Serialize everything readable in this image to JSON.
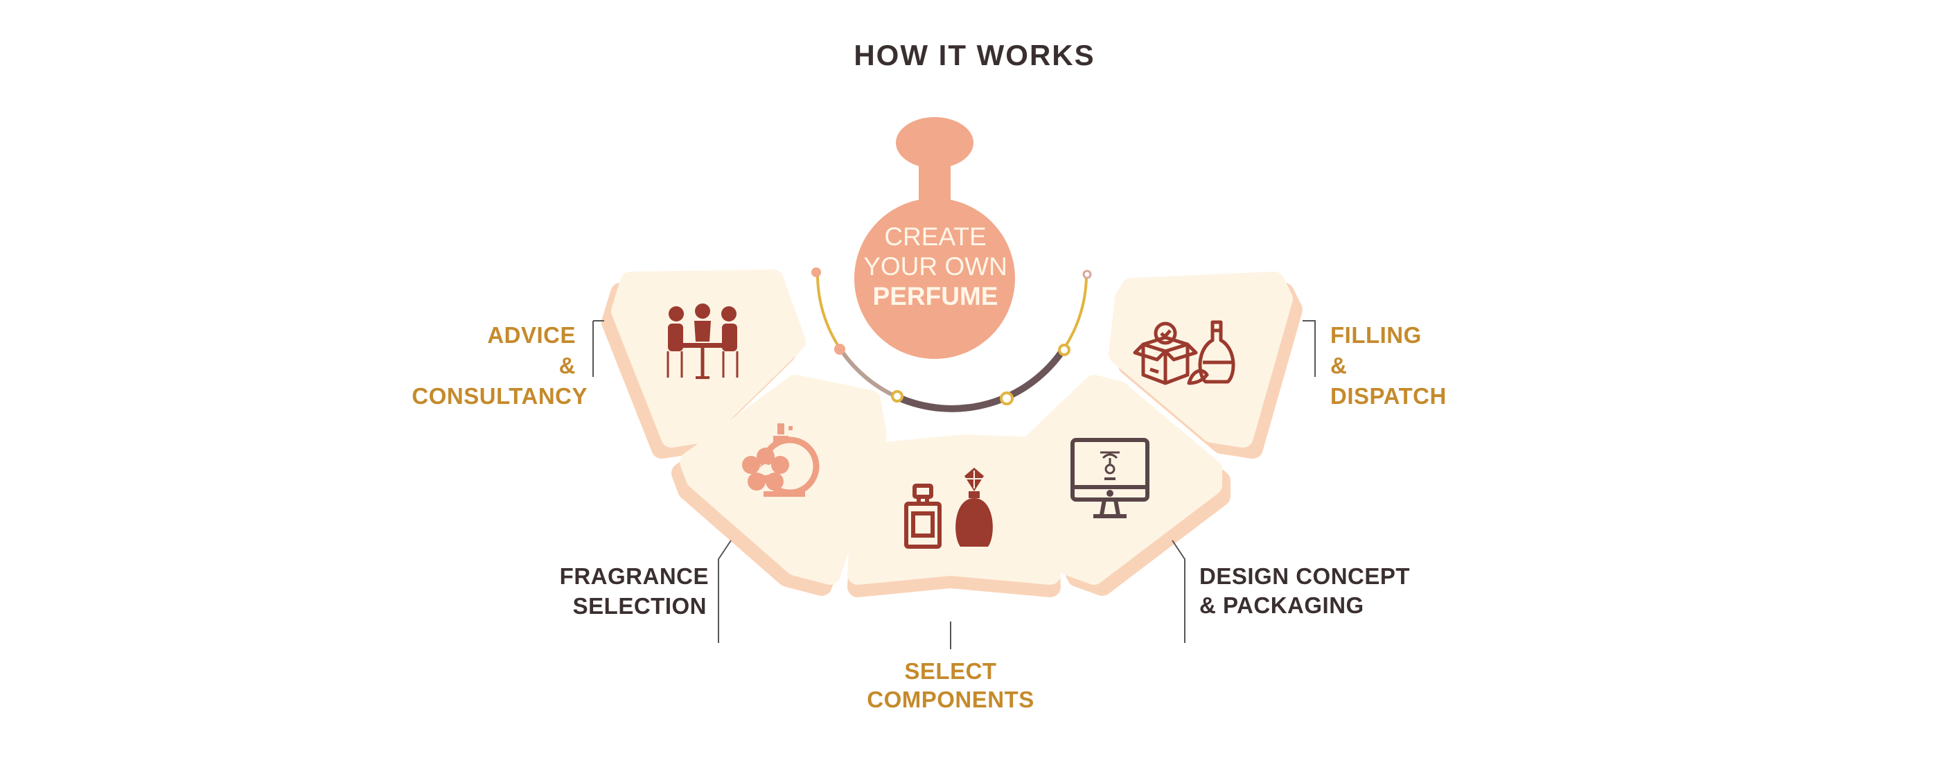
{
  "title": "HOW IT WORKS",
  "center": {
    "line1": "CREATE",
    "line2": "YOUR OWN",
    "line3": "PERFUME"
  },
  "steps": [
    {
      "line1": "ADVICE",
      "line2": "&",
      "line3": "CONSULTANCY",
      "icon": "consultation-meeting-icon"
    },
    {
      "line1": "FRAGRANCE",
      "line2": "SELECTION",
      "icon": "flower-perfume-bottle-icon"
    },
    {
      "line1": "SELECT",
      "line2": "COMPONENTS",
      "icon": "perfume-bottles-icon"
    },
    {
      "line1": "DESIGN CONCEPT",
      "line2": "& PACKAGING",
      "icon": "computer-design-icon"
    },
    {
      "line1": "FILLING",
      "line2": "&",
      "line3": "DISPATCH",
      "icon": "box-and-bottle-icon"
    }
  ],
  "colors": {
    "gold": "#C58A2B",
    "dark": "#3A2F2F",
    "peach": "#F2A88A",
    "card": "#FDF4E4",
    "card_shadow": "#F9D3B8",
    "icon": "#9B3A2E"
  }
}
